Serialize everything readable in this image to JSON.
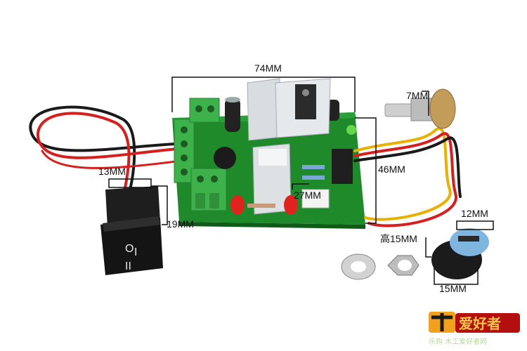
{
  "dimensions": {
    "board_width": "74MM",
    "board_height": "46MM",
    "pot_shaft": "7MM",
    "switch_width": "13MM",
    "switch_height": "19MM",
    "heatsink_height": "27MM",
    "knob_top": "12MM",
    "knob_height": "高15MM",
    "knob_width": "15MM"
  },
  "watermark": {
    "brand": "爱好者",
    "subtitle": "乐购 木工爱好者网"
  },
  "switch_markings": [
    "O",
    "I",
    "II"
  ],
  "colors": {
    "pcb": "#1f8a2a",
    "terminal": "#3db14a",
    "heatsink": "#d9dde0",
    "knob_cap": "#7fb6e0",
    "wire_red": "#d61f1f",
    "wire_black": "#1a1a1a",
    "wire_yellow": "#e8b000"
  }
}
